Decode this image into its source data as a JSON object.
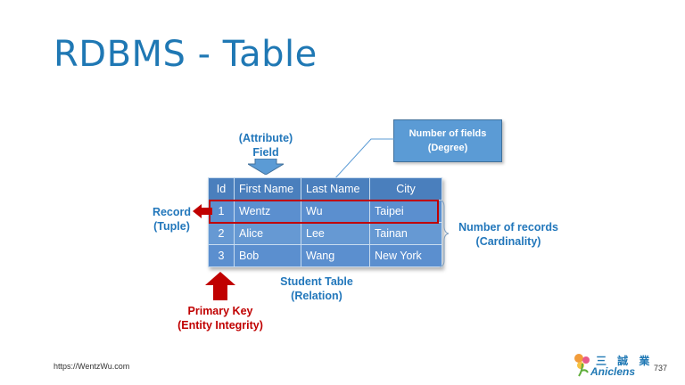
{
  "slide": {
    "title": "RDBMS - Table",
    "footer_url": "https://WentzWu.com",
    "page_number": "737"
  },
  "labels": {
    "field_line1": "(Attribute)",
    "field_line2": "Field",
    "callout_line1": "Number of fields",
    "callout_line2": "(Degree)",
    "record_line1": "Record",
    "record_line2": "(Tuple)",
    "records_count_line1": "Number of records",
    "records_count_line2": "(Cardinality)",
    "table_name_line1": "Student Table",
    "table_name_line2": "(Relation)",
    "pk_line1": "Primary Key",
    "pk_line2": "(Entity Integrity)"
  },
  "table": {
    "headers": [
      "Id",
      "First Name",
      "Last Name",
      "City"
    ],
    "rows": [
      [
        "1",
        "Wentz",
        "Wu",
        "Taipei"
      ],
      [
        "2",
        "Alice",
        "Lee",
        "Tainan"
      ],
      [
        "3",
        "Bob",
        "Wang",
        "New York"
      ]
    ]
  },
  "logo": {
    "chinese": "三 誠 業",
    "english": "Aniclens"
  },
  "colors": {
    "title": "#1f78b4",
    "label_blue": "#2277bb",
    "label_red": "#c00000",
    "table_header": "#4a7fbd",
    "table_row": "#5b8fcf",
    "highlight": "#c00000"
  }
}
